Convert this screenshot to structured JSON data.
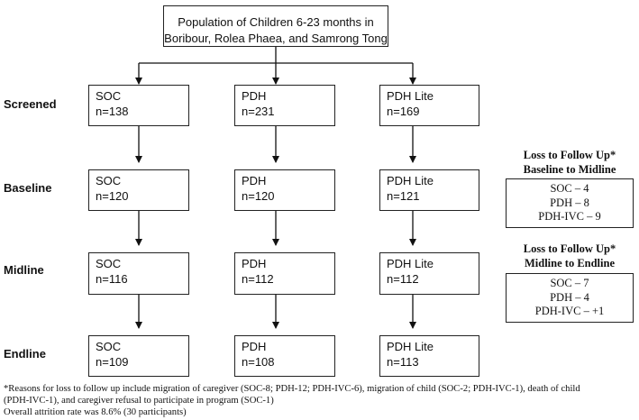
{
  "population": {
    "line1": "Population of Children 6-23 months in",
    "line2": "Boribour, Rolea Phaea, and Samrong Tong"
  },
  "rows": {
    "screened": "Screened",
    "baseline": "Baseline",
    "midline": "Midline",
    "endline": "Endline"
  },
  "screened": [
    {
      "arm": "SOC",
      "n": "n=138"
    },
    {
      "arm": "PDH",
      "n": "n=231"
    },
    {
      "arm": "PDH Lite",
      "n": "n=169"
    }
  ],
  "baseline": [
    {
      "arm": "SOC",
      "n": "n=120"
    },
    {
      "arm": "PDH",
      "n": "n=120"
    },
    {
      "arm": "PDH Lite",
      "n": "n=121"
    }
  ],
  "midline": [
    {
      "arm": "SOC",
      "n": "n=116"
    },
    {
      "arm": "PDH",
      "n": "n=112"
    },
    {
      "arm": "PDH Lite",
      "n": "n=112"
    }
  ],
  "endline": [
    {
      "arm": "SOC",
      "n": "n=109"
    },
    {
      "arm": "PDH",
      "n": "n=108"
    },
    {
      "arm": "PDH Lite",
      "n": "n=113"
    }
  ],
  "ltf1": {
    "title1": "Loss to Follow Up*",
    "title2": "Baseline to Midline",
    "items": [
      "SOC – 4",
      "PDH – 8",
      "PDH-IVC – 9"
    ]
  },
  "ltf2": {
    "title1": "Loss to Follow Up*",
    "title2": "Midline to Endline",
    "items": [
      "SOC – 7",
      "PDH – 4",
      "PDH-IVC – +1"
    ]
  },
  "footnote": {
    "line1": "*Reasons for loss to follow up include migration of caregiver (SOC-8; PDH-12; PDH-IVC-6), migration of child (SOC-2; PDH-IVC-1), death of child",
    "line2": "(PDH-IVC-1), and caregiver refusal to participate in program (SOC-1)",
    "line3": "Overall attrition rate was 8.6% (30 participants)"
  }
}
